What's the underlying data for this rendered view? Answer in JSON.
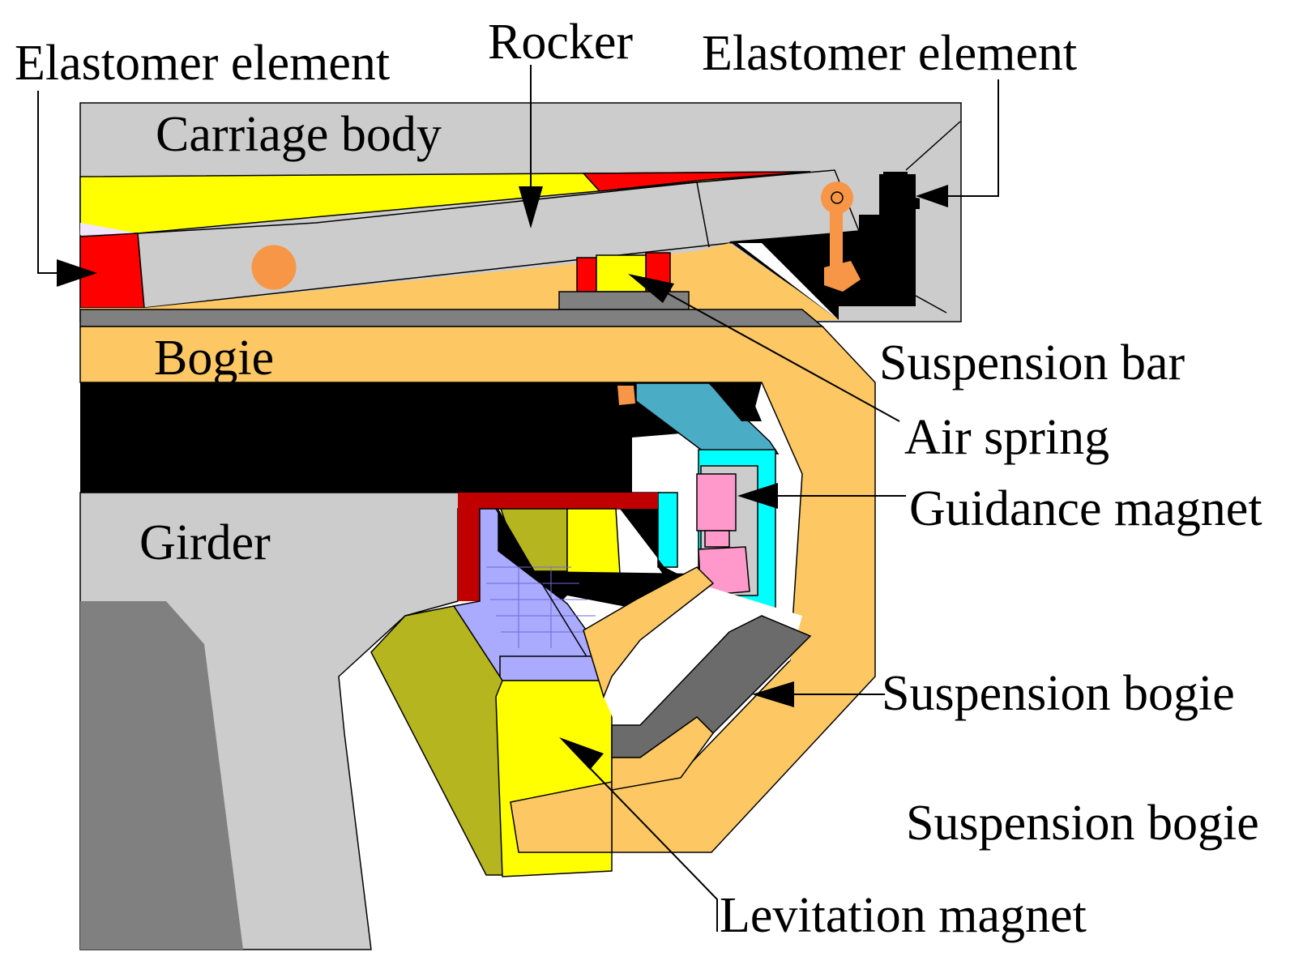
{
  "labels": {
    "elastomer_left": "Elastomer element",
    "rocker": "Rocker",
    "elastomer_right": "Elastomer element",
    "carriage_body": "Carriage body",
    "bogie": "Bogie",
    "suspension_bar": "Suspension bar",
    "air_spring": "Air spring",
    "guidance_magnet": "Guidance magnet",
    "girder": "Girder",
    "suspension_bogie_1": "Suspension bogie",
    "suspension_bogie_2": "Suspension bogie",
    "levitation_magnet": "Levitation magnet"
  },
  "colors": {
    "carriage_gray": "#cccccc",
    "girder_dark": "#808080",
    "bogie_orange": "#fdc864",
    "rail_black": "#000000",
    "elastomer_red": "#ff0000",
    "rocker_yellow": "#ffff00",
    "pivot_orange": "#f79646",
    "guidance_cyan": "#00ffff",
    "guidance_teal": "#4bacc6",
    "pink": "#ff99cc",
    "stator_lavender": "#aaaaff",
    "olive": "#b5b520",
    "dark_red": "#c00000"
  }
}
